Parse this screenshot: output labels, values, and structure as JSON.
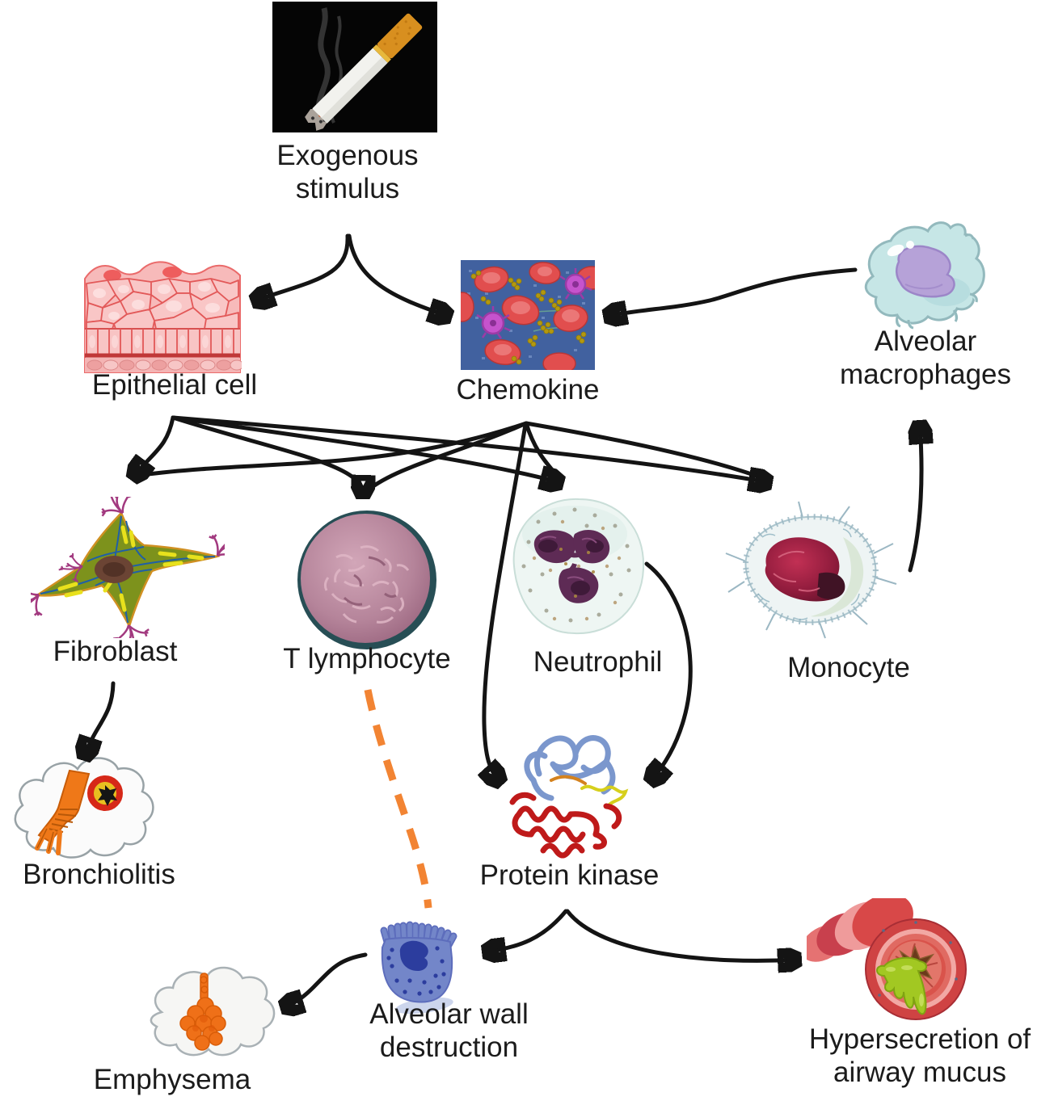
{
  "diagram": {
    "nodes": {
      "exogenous_stimulus": "Exogenous stimulus",
      "epithelial_cell": "Epithelial cell",
      "chemokine": "Chemokine",
      "alveolar_macrophages": "Alveolar macrophages",
      "fibroblast": "Fibroblast",
      "t_lymphocyte": "T lymphocyte",
      "neutrophil": "Neutrophil",
      "monocyte": "Monocyte",
      "bronchiolitis": "Bronchiolitis",
      "protein_kinase": "Protein kinase",
      "alveolar_wall_destruction": "Alveolar wall destruction",
      "emphysema": "Emphysema",
      "hypersecretion": "Hypersecretion of airway mucus"
    },
    "edges": [
      {
        "from": "exogenous_stimulus",
        "to": "epithelial_cell",
        "style": "solid"
      },
      {
        "from": "exogenous_stimulus",
        "to": "chemokine",
        "style": "solid"
      },
      {
        "from": "alveolar_macrophages",
        "to": "chemokine",
        "style": "solid"
      },
      {
        "from": "epithelial_cell",
        "to": "fibroblast",
        "style": "solid"
      },
      {
        "from": "epithelial_cell",
        "to": "t_lymphocyte",
        "style": "solid"
      },
      {
        "from": "epithelial_cell",
        "to": "neutrophil",
        "style": "solid"
      },
      {
        "from": "epithelial_cell",
        "to": "monocyte",
        "style": "solid"
      },
      {
        "from": "chemokine",
        "to": "fibroblast",
        "style": "solid"
      },
      {
        "from": "chemokine",
        "to": "t_lymphocyte",
        "style": "solid"
      },
      {
        "from": "chemokine",
        "to": "neutrophil",
        "style": "solid"
      },
      {
        "from": "chemokine",
        "to": "monocyte",
        "style": "solid"
      },
      {
        "from": "chemokine",
        "to": "protein_kinase",
        "style": "solid"
      },
      {
        "from": "neutrophil",
        "to": "protein_kinase",
        "style": "solid"
      },
      {
        "from": "monocyte",
        "to": "alveolar_macrophages",
        "style": "solid"
      },
      {
        "from": "fibroblast",
        "to": "bronchiolitis",
        "style": "solid"
      },
      {
        "from": "t_lymphocyte",
        "to": "alveolar_wall_destruction",
        "style": "dashed-orange"
      },
      {
        "from": "protein_kinase",
        "to": "alveolar_wall_destruction",
        "style": "solid"
      },
      {
        "from": "protein_kinase",
        "to": "hypersecretion",
        "style": "solid"
      },
      {
        "from": "alveolar_wall_destruction",
        "to": "emphysema",
        "style": "solid"
      }
    ],
    "colors": {
      "arrow": "#141414",
      "dashed_arrow": "#f28433",
      "background": "#ffffff",
      "text": "#1b1b1b"
    }
  }
}
